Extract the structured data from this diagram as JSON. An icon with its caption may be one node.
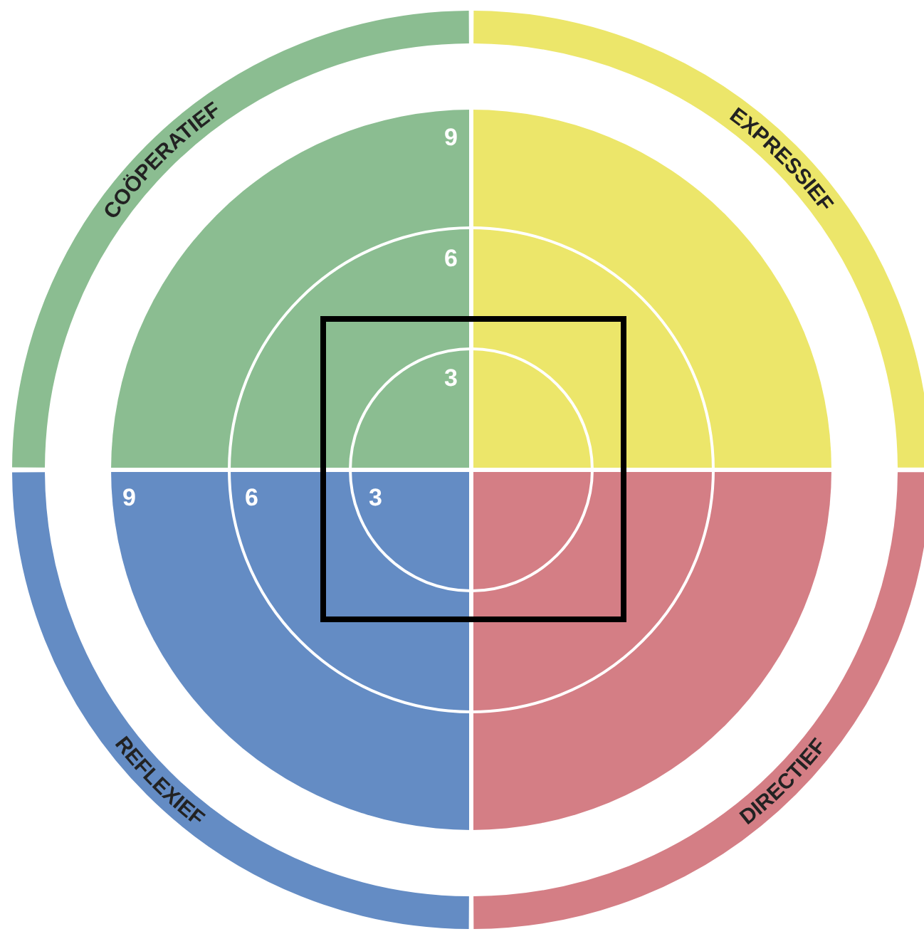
{
  "diagram": {
    "nodes": [
      {
        "text": [
          "COÖPERATIEF"
        ]
      },
      {
        "text": [
          "EXPRESSIEF"
        ]
      },
      {
        "text": [
          "REFLEXIEF"
        ]
      },
      {
        "text": [
          "DIRECTIEF"
        ]
      }
    ],
    "labels": [
      "9",
      "6",
      "3",
      "9",
      "6",
      "3"
    ]
  }
}
